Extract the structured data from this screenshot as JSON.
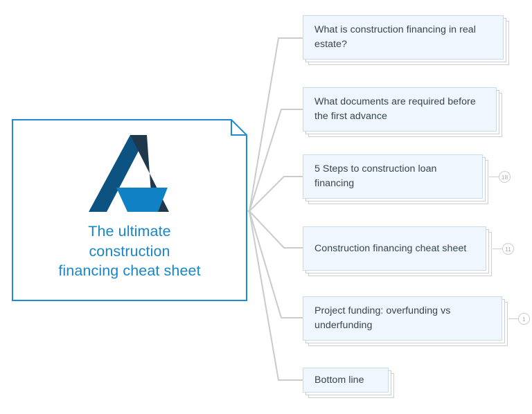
{
  "diagram": {
    "type": "mind-map",
    "title": "The ultimate construction financing cheat sheet",
    "colors": {
      "central_border": "#1c8ad4",
      "central_text": "#1886c8",
      "branch_fill": "#eff6fd",
      "branch_border": "#c9dced",
      "branch_text": "#38444f",
      "connector": "#cccccc",
      "badge_text": "#aaaaaa",
      "logo_left": "#0d5382",
      "logo_right": "#20384c",
      "logo_bar": "#0f81c4"
    }
  },
  "central": {
    "logo_name": "triangle-a-logo",
    "title_lines": [
      "The ultimate",
      "construction",
      "financing cheat sheet"
    ]
  },
  "branches": [
    {
      "label": "What is construction financing in real estate?",
      "badge": null
    },
    {
      "label": "What documents are required before the first advance",
      "badge": null
    },
    {
      "label": "5 Steps to construction loan financing",
      "badge": "18"
    },
    {
      "label": "Construction financing cheat sheet",
      "badge": "11"
    },
    {
      "label": "Project funding: overfunding vs underfunding",
      "badge": "1"
    },
    {
      "label": "Bottom line",
      "badge": null
    }
  ]
}
